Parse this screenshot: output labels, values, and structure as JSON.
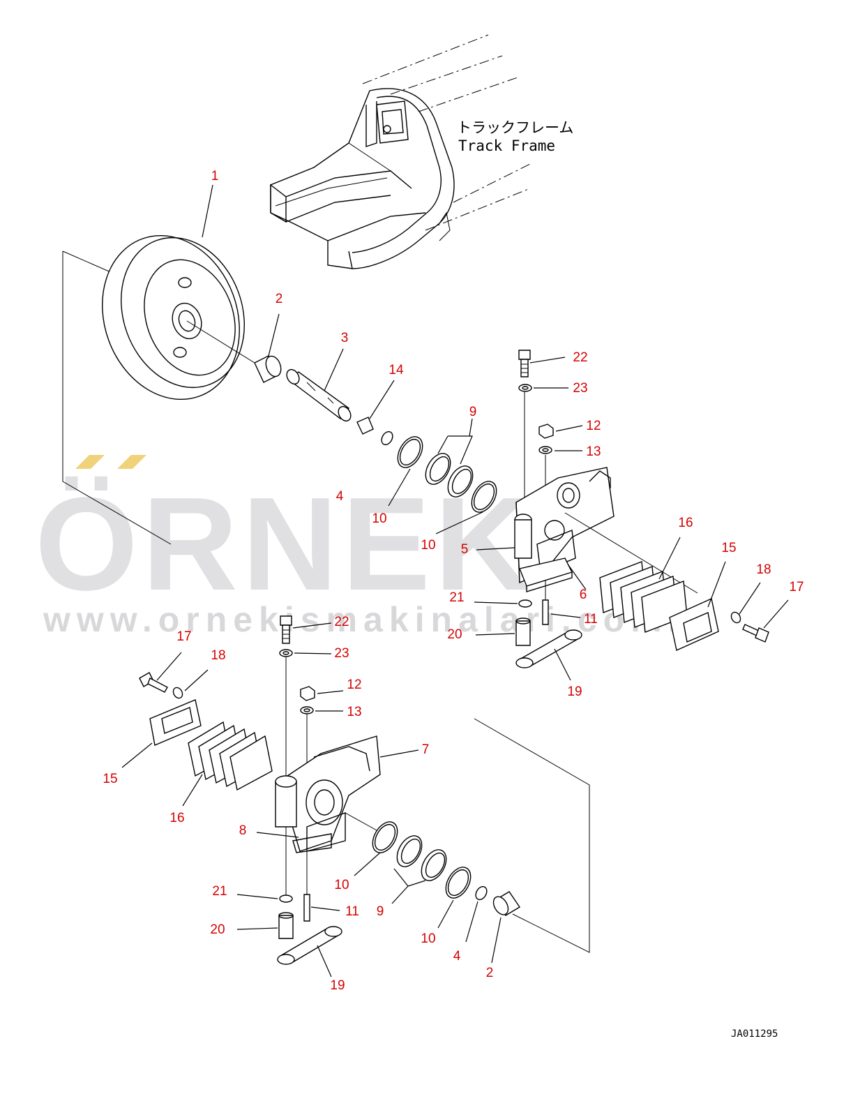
{
  "frame_label": {
    "jp": "トラックフレーム",
    "en": "Track Frame"
  },
  "drawing_code": "JA011295",
  "watermark": {
    "brand": "ÖRNEK",
    "url": "www.ornekismakinalari.com.tr"
  },
  "colors": {
    "callout": "#d40000",
    "line": "#000000",
    "watermark": "#c8c8cc",
    "accent": "#f0d27a"
  },
  "callouts": {
    "c1": "1",
    "c2a": "2",
    "c3": "3",
    "c14": "14",
    "c4a": "4",
    "c9a": "9",
    "c10a": "10",
    "c10b": "10",
    "c22a": "22",
    "c23a": "23",
    "c12a": "12",
    "c13a": "13",
    "c5": "5",
    "c16a": "16",
    "c15a": "15",
    "c18a": "18",
    "c17a": "17",
    "c6": "6",
    "c21a": "21",
    "c11a": "11",
    "c20a": "20",
    "c19a": "19",
    "c22b": "22",
    "c23b": "23",
    "c17b": "17",
    "c18b": "18",
    "c12b": "12",
    "c13b": "13",
    "c7": "7",
    "c15b": "15",
    "c16b": "16",
    "c8": "8",
    "c10c": "10",
    "c9b": "9",
    "c10d": "10",
    "c4b": "4",
    "c2b": "2",
    "c21b": "21",
    "c11b": "11",
    "c20b": "20",
    "c19b": "19"
  }
}
